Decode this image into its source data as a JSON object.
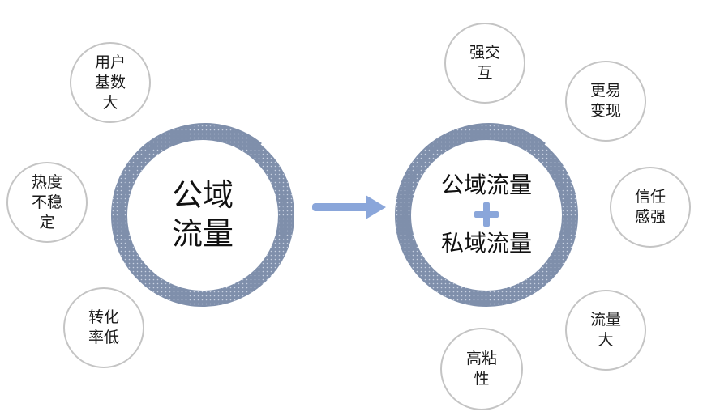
{
  "left": {
    "center_lines": [
      "公域",
      "流量"
    ],
    "bubbles": [
      {
        "id": "users",
        "lines": [
          "用户",
          "基数",
          "大"
        ]
      },
      {
        "id": "heat",
        "lines": [
          "热度",
          "不稳",
          "定"
        ]
      },
      {
        "id": "conversion",
        "lines": [
          "转化",
          "率低"
        ]
      }
    ]
  },
  "right": {
    "center_top": "公域流量",
    "center_bottom": "私域流量",
    "bubbles": [
      {
        "id": "interaction",
        "lines": [
          "强交",
          "互"
        ]
      },
      {
        "id": "monetize",
        "lines": [
          "更易",
          "变现"
        ]
      },
      {
        "id": "trust",
        "lines": [
          "信任",
          "感强"
        ]
      },
      {
        "id": "traffic",
        "lines": [
          "流量",
          "大"
        ]
      },
      {
        "id": "sticky",
        "lines": [
          "高粘",
          "性"
        ]
      }
    ]
  },
  "colors": {
    "ring": "#7f8fab",
    "arrow": "#8aa6da",
    "plus": "#8aa6da",
    "bubble_border": "#c4c4c4"
  },
  "icons": {
    "arrow": "right-arrow-icon",
    "plus": "plus-icon"
  }
}
